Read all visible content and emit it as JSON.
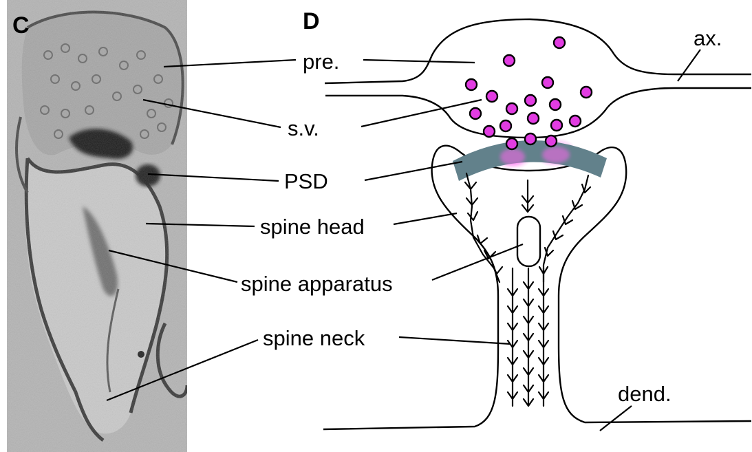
{
  "panels": {
    "c_letter": "C",
    "d_letter": "D"
  },
  "labels": {
    "pre": "pre.",
    "sv": "s.v.",
    "psd": "PSD",
    "spine_head": "spine head",
    "spine_apparatus": "spine apparatus",
    "spine_neck": "spine neck",
    "ax": "ax.",
    "dend": "dend."
  },
  "colors": {
    "vesicle": "#e23ce2",
    "psd_band": "#62818b",
    "release_glow": "#ff66ee",
    "micrograph_bg": "#b4b4b4"
  }
}
